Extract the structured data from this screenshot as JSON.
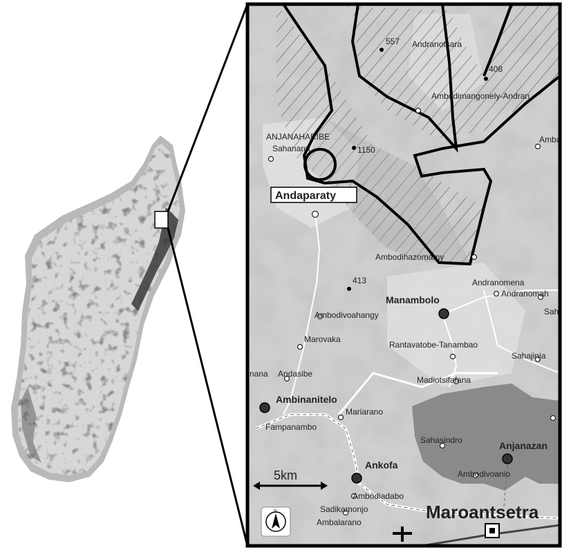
{
  "map": {
    "inset_area": "ANJANAHARIBE",
    "place_labels": {
      "sahanana": "Sahanana",
      "andranotsara": "Andranotsara",
      "ambodimangonely": "Ambodimangonely-Andran",
      "amba": "Amba",
      "andaparaty": "Andaparaty",
      "ambodihazomamy": "Ambodihazomamy",
      "andranomena": "Andranomena",
      "andranomaho": "Andranomah",
      "sah": "Sah",
      "manambolo": "Manambolo",
      "ambodivoahangy": "Ambodivoahangy",
      "marovaka": "Marovaka",
      "rantavatobe": "Rantavatobe-Tanambao",
      "sahajinja": "Sahajinja",
      "andasibe": "Andasibe",
      "nana": "nana",
      "madiotsifafana": "Madiotsifafana",
      "ambinanitelo": "Ambinanitelo",
      "mariarano": "Mariarano",
      "fampanambo": "Fampanambo",
      "sahasindro": "Sahasindro",
      "anjanazana": "Anjanazan",
      "ankofa": "Ankofa",
      "ambodivoanio": "Ambodivoanio",
      "ambodiadabo": "Ambodiadabo",
      "sadikamonjo": "Sadikamonjo",
      "ambalarano": "Ambalarano",
      "maroantsetra": "Maroantsetra"
    },
    "elevations": {
      "e557": "557",
      "e408": "408",
      "e1150": "1150",
      "e413": "413"
    },
    "scale_label": "5km",
    "north_symbol": "N",
    "highlight_color": "#ffffff",
    "frame_color": "#000000"
  }
}
